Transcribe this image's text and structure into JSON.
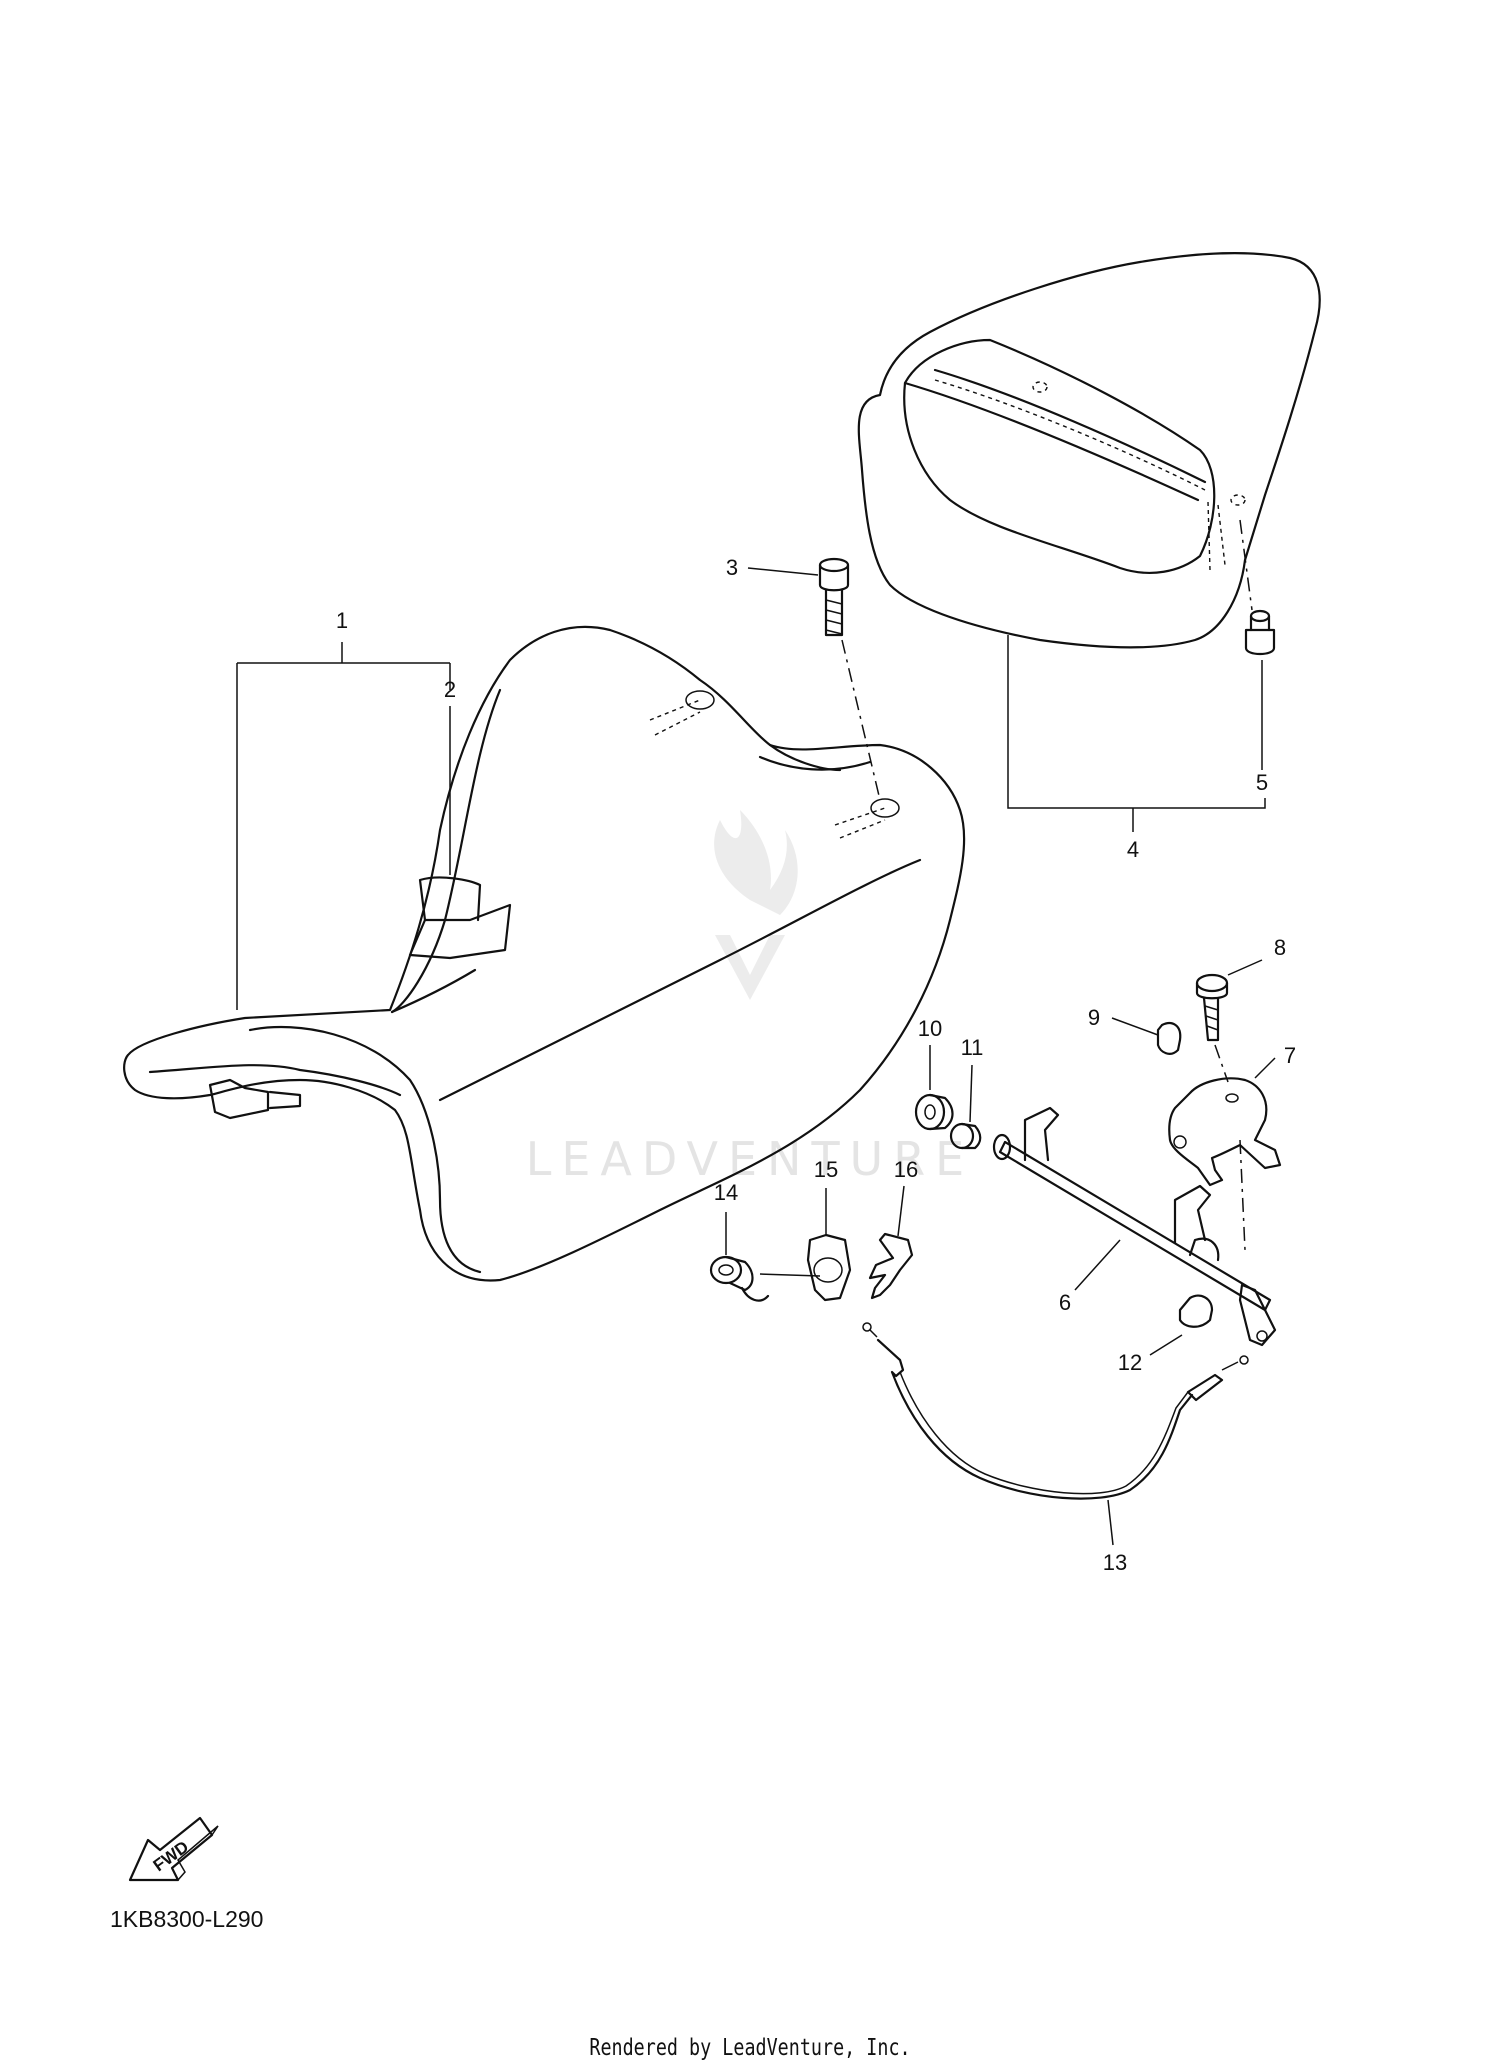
{
  "watermark": "LEADVENTURE",
  "diagram_code": "1KB8300-L290",
  "footer": "Rendered by LeadVenture, Inc.",
  "fwd_label": "FWD",
  "callouts": [
    {
      "id": "1",
      "label": "1"
    },
    {
      "id": "2",
      "label": "2"
    },
    {
      "id": "3",
      "label": "3"
    },
    {
      "id": "4",
      "label": "4"
    },
    {
      "id": "5",
      "label": "5"
    },
    {
      "id": "6",
      "label": "6"
    },
    {
      "id": "7",
      "label": "7"
    },
    {
      "id": "8",
      "label": "8"
    },
    {
      "id": "9",
      "label": "9"
    },
    {
      "id": "10",
      "label": "10"
    },
    {
      "id": "11",
      "label": "11"
    },
    {
      "id": "12",
      "label": "12"
    },
    {
      "id": "13",
      "label": "13"
    },
    {
      "id": "14",
      "label": "14"
    },
    {
      "id": "15",
      "label": "15"
    },
    {
      "id": "16",
      "label": "16"
    }
  ]
}
